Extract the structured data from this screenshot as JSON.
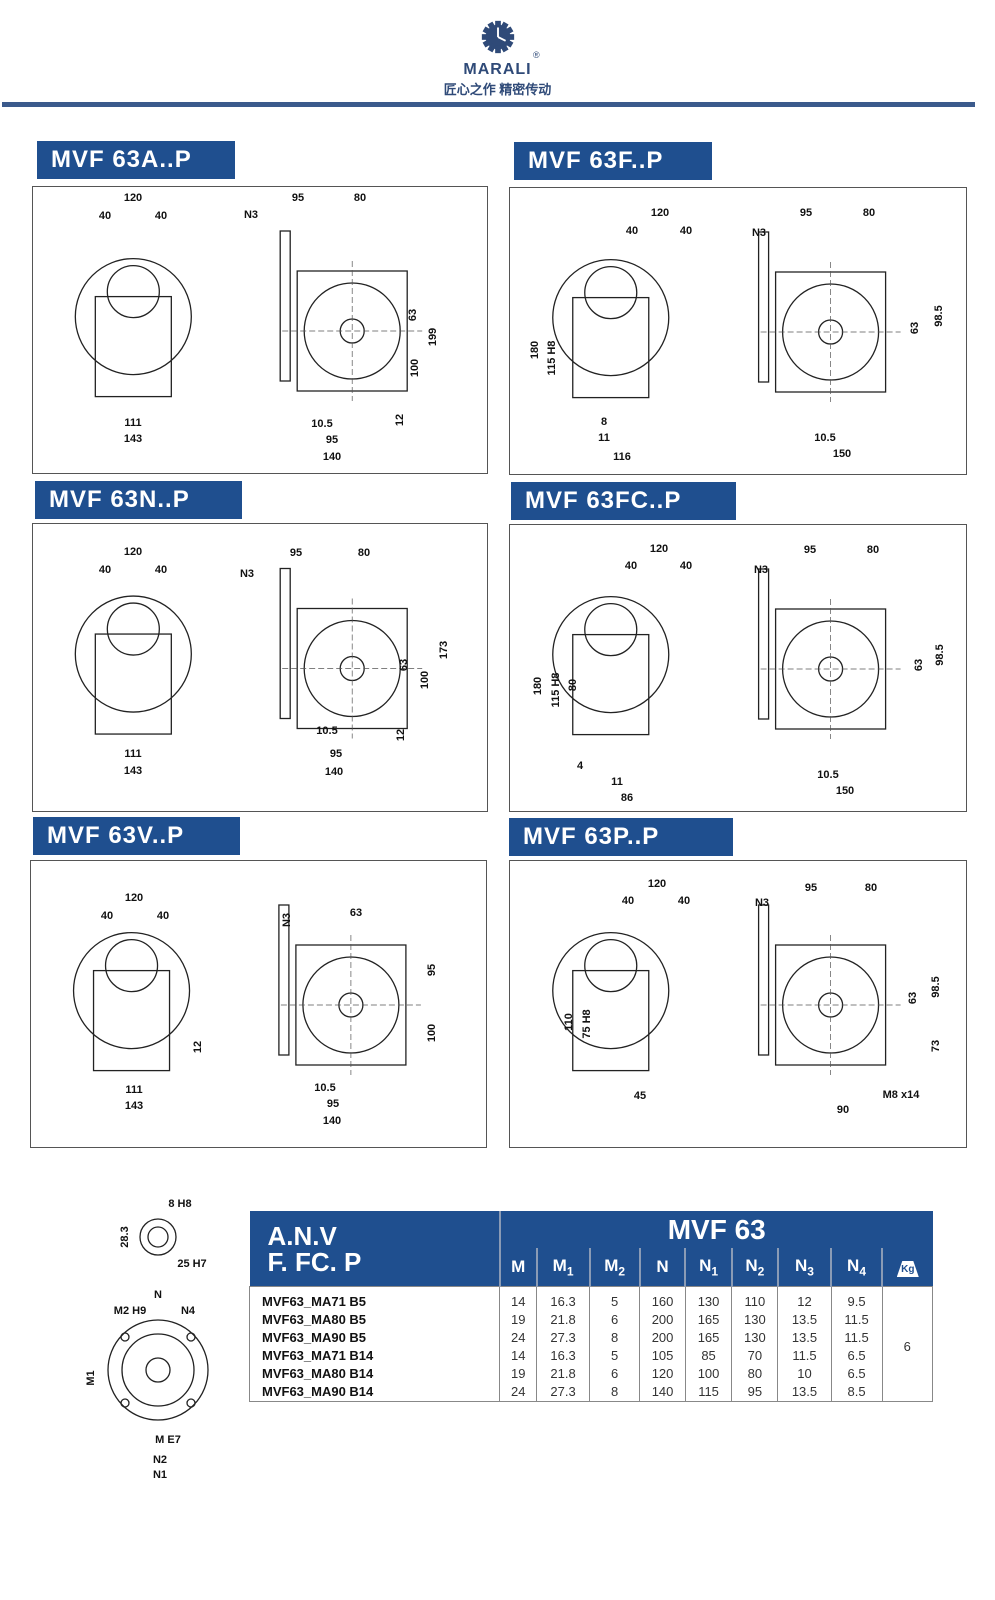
{
  "header": {
    "brand": "MARALI",
    "registered": "®",
    "slogan": "匠心之作 精密传动"
  },
  "panels": [
    {
      "title": "MVF 63A..P",
      "dims": [
        "120",
        "40",
        "40",
        "111",
        "143",
        "N3",
        "95",
        "80",
        "63",
        "199",
        "100",
        "12",
        "10.5",
        "95",
        "140"
      ]
    },
    {
      "title": "MVF 63F..P",
      "dims": [
        "120",
        "40",
        "40",
        "180",
        "115 H8",
        "8",
        "11",
        "116",
        "N3",
        "95",
        "80",
        "63",
        "98.5",
        "10.5",
        "150"
      ]
    },
    {
      "title": "MVF 63N..P",
      "dims": [
        "120",
        "40",
        "40",
        "111",
        "143",
        "N3",
        "95",
        "80",
        "63",
        "100",
        "173",
        "12",
        "10.5",
        "95",
        "140"
      ]
    },
    {
      "title": "MVF 63FC..P",
      "dims": [
        "120",
        "40",
        "40",
        "180",
        "115 H8",
        "80",
        "4",
        "11",
        "86",
        "N3",
        "95",
        "80",
        "63",
        "98.5",
        "10.5",
        "150"
      ]
    },
    {
      "title": "MVF 63V..P",
      "dims": [
        "120",
        "40",
        "40",
        "12",
        "111",
        "143",
        "N3",
        "63",
        "95",
        "100",
        "10.5",
        "95",
        "140"
      ]
    },
    {
      "title": "MVF 63P..P",
      "dims": [
        "120",
        "40",
        "40",
        "110",
        "75 H8",
        "45",
        "N3",
        "95",
        "80",
        "63",
        "98.5",
        "73",
        "M8 x14",
        "90"
      ]
    }
  ],
  "flange_detail": {
    "dims": [
      "8 H8",
      "28.3",
      "25 H7",
      "N",
      "M2 H9",
      "N4",
      "M1",
      "M E7",
      "N2",
      "N1"
    ]
  },
  "table": {
    "corner_line1": "A.N.V",
    "corner_line2": "F. FC. P",
    "title": "MVF 63",
    "columns": [
      "M",
      "M1",
      "M2",
      "N",
      "N1",
      "N2",
      "N3",
      "N4"
    ],
    "weight_icon_label": "Kg",
    "weight": "6",
    "rows": [
      {
        "model": "MVF63_MA71 B5",
        "values": [
          "14",
          "16.3",
          "5",
          "160",
          "130",
          "110",
          "12",
          "9.5"
        ]
      },
      {
        "model": "MVF63_MA80 B5",
        "values": [
          "19",
          "21.8",
          "6",
          "200",
          "165",
          "130",
          "13.5",
          "11.5"
        ]
      },
      {
        "model": "MVF63_MA90 B5",
        "values": [
          "24",
          "27.3",
          "8",
          "200",
          "165",
          "130",
          "13.5",
          "11.5"
        ]
      },
      {
        "model": "MVF63_MA71 B14",
        "values": [
          "14",
          "16.3",
          "5",
          "105",
          "85",
          "70",
          "11.5",
          "6.5"
        ]
      },
      {
        "model": "MVF63_MA80 B14",
        "values": [
          "19",
          "21.8",
          "6",
          "120",
          "100",
          "80",
          "10",
          "6.5"
        ]
      },
      {
        "model": "MVF63_MA90 B14",
        "values": [
          "24",
          "27.3",
          "8",
          "140",
          "115",
          "95",
          "13.5",
          "8.5"
        ]
      }
    ]
  },
  "colors": {
    "brand": "#1f4f8f",
    "rule": "#3b5a8c"
  }
}
